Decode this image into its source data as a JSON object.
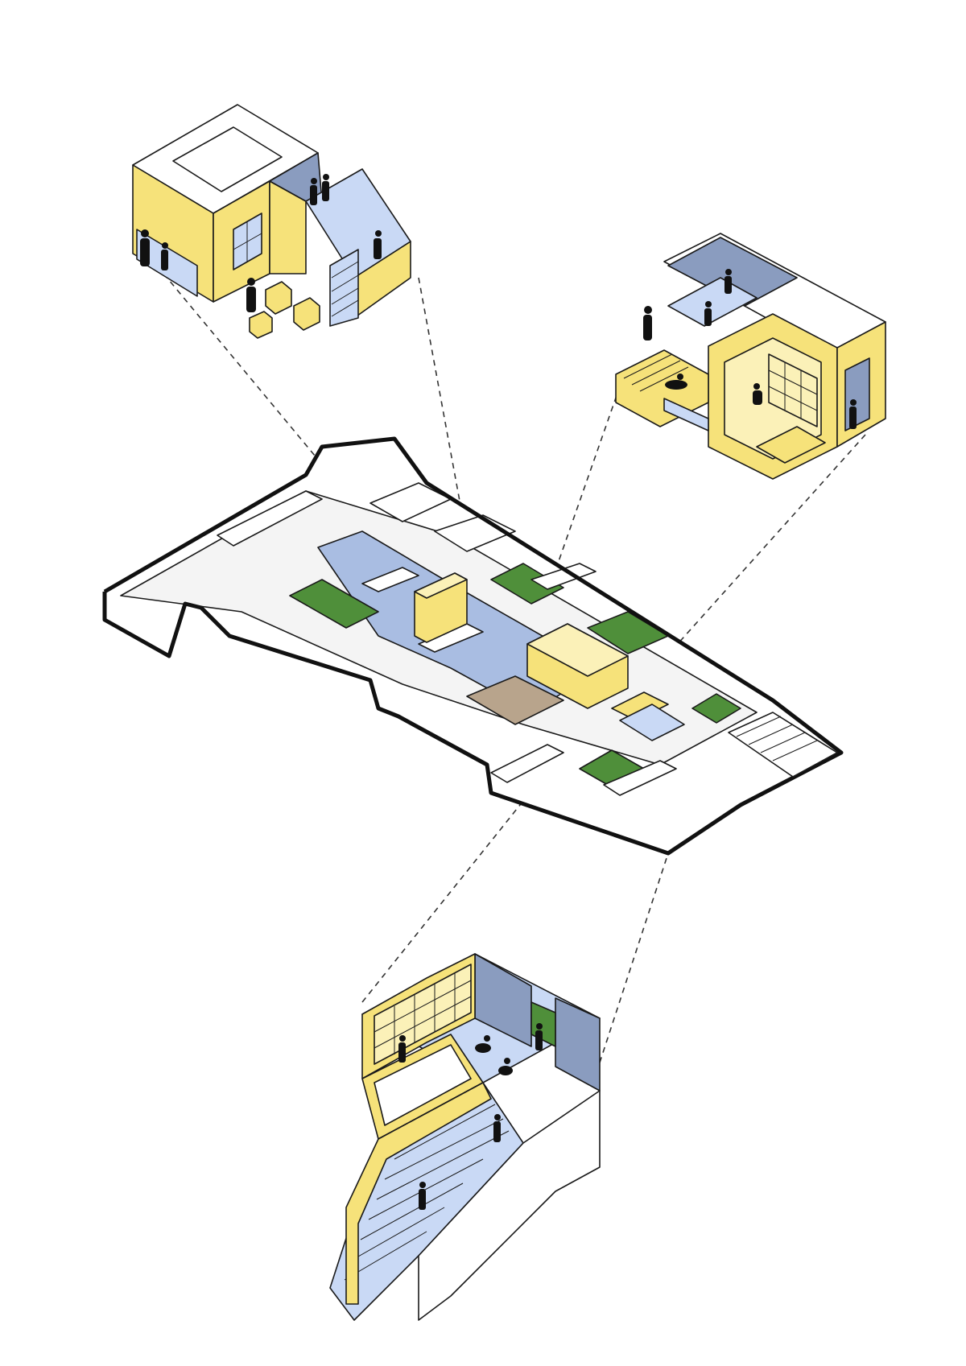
{
  "diagram": {
    "kind": "isometric exploded axonometric",
    "palette": {
      "yellow": "#f6e27a",
      "yellow_light": "#fbf1b8",
      "blue": "#c9d9f5",
      "blue_dark": "#8a9cbf",
      "blue_floor": "#a9bde2",
      "green": "#4f8f3a",
      "wood": "#b8a48c",
      "white": "#ffffff",
      "line": "#1a1a1a"
    },
    "parts": [
      {
        "id": "detail-top-left",
        "icon": "play-house-with-slide"
      },
      {
        "id": "detail-top-right",
        "icon": "reading-nook-with-steps"
      },
      {
        "id": "detail-bottom",
        "icon": "stair-to-playroom"
      },
      {
        "id": "main-floor-plan",
        "icon": "building-axonometric"
      }
    ]
  }
}
